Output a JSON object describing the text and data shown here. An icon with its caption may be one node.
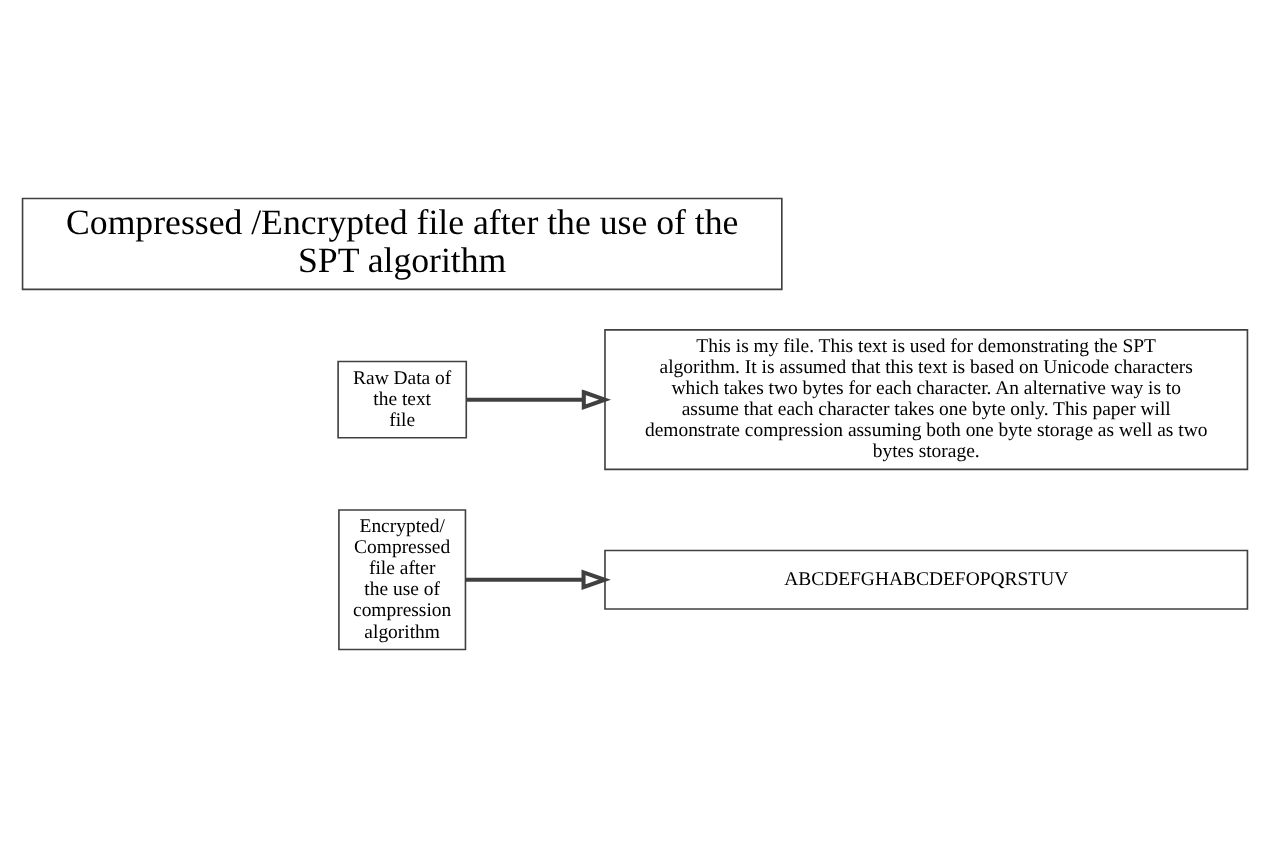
{
  "diagram": {
    "nodes": [
      {
        "text": [
          "Compressed /Encrypted file after the use of the SPT algorithm"
        ]
      },
      {
        "text": [
          "Raw Data of the text file"
        ]
      },
      {
        "text": [
          "This is my file. This text is used for demonstrating the SPT algorithm. It is assumed that this text is based on Unicode characters which takes two bytes for each character. An alternative way is to assume that each character takes one byte only. This paper will demonstrate compression assuming both one byte storage as well as two bytes storage."
        ]
      },
      {
        "text": [
          "Encrypted/ Compressed file after the use of compression algorithm"
        ]
      },
      {
        "text": [
          "ABCDEFGHABCDEFOPQRSTUV"
        ]
      }
    ],
    "edges": [
      {
        "from": 1,
        "to": 2,
        "arrow": "to"
      },
      {
        "from": 3,
        "to": 4,
        "arrow": "to"
      }
    ]
  }
}
